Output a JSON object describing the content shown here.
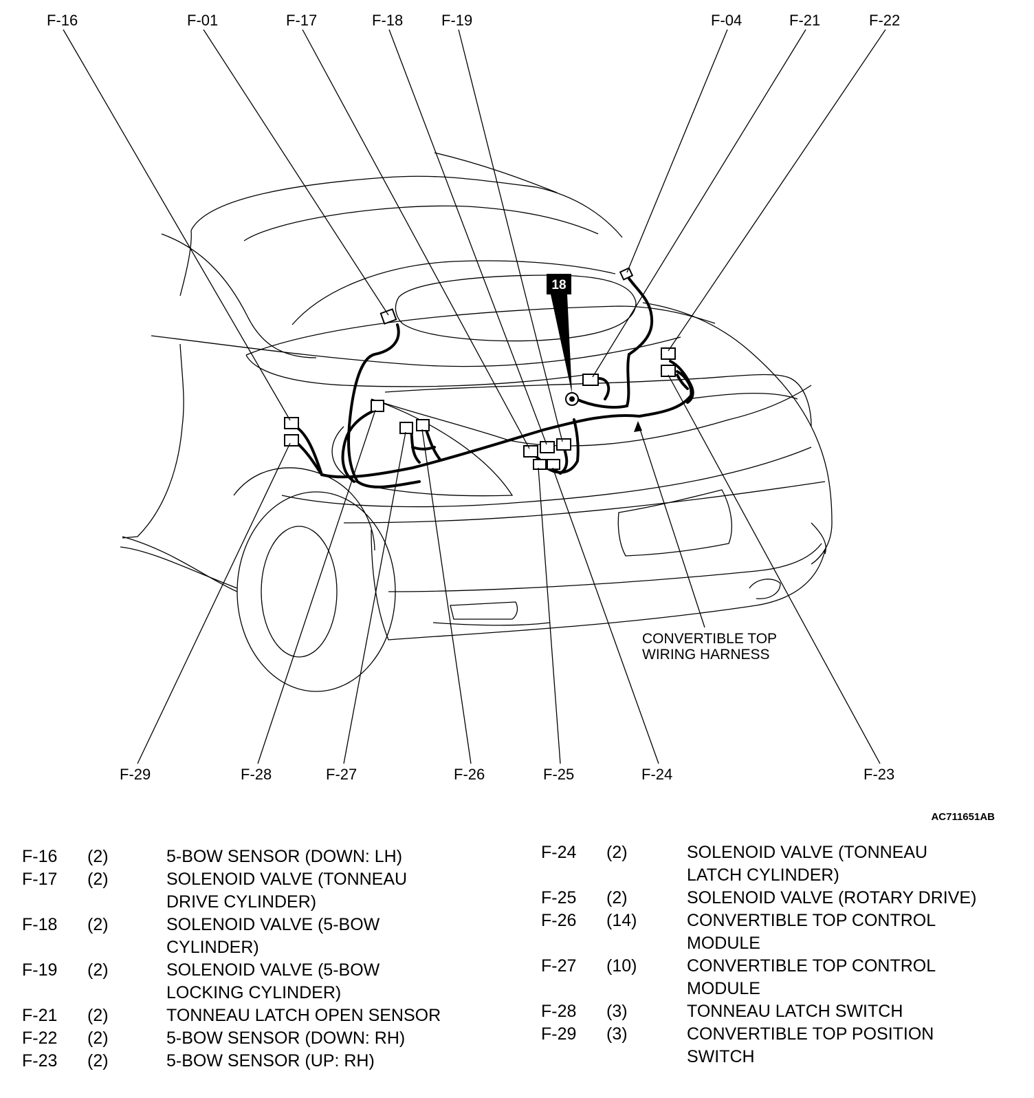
{
  "figure_id": "AC711651AB",
  "callouts": {
    "f16": "F-16",
    "f01": "F-01",
    "f17": "F-17",
    "f18": "F-18",
    "f19": "F-19",
    "f04": "F-04",
    "f21": "F-21",
    "f22": "F-22",
    "f29": "F-29",
    "f28": "F-28",
    "f27": "F-27",
    "f26": "F-26",
    "f25": "F-25",
    "f24": "F-24",
    "f23": "F-23"
  },
  "harness_label": [
    "CONVERTIBLE TOP",
    "WIRING HARNESS"
  ],
  "marker": "18",
  "legend_left": [
    {
      "code": "F-16",
      "pins": "(2)",
      "lines": [
        "5-BOW SENSOR (DOWN: LH)"
      ]
    },
    {
      "code": "F-17",
      "pins": "(2)",
      "lines": [
        "SOLENOID VALVE (TONNEAU",
        "DRIVE CYLINDER)"
      ]
    },
    {
      "code": "F-18",
      "pins": "(2)",
      "lines": [
        "SOLENOID VALVE (5-BOW",
        "CYLINDER)"
      ]
    },
    {
      "code": "F-19",
      "pins": "(2)",
      "lines": [
        "SOLENOID VALVE (5-BOW",
        "LOCKING CYLINDER)"
      ]
    },
    {
      "code": "F-21",
      "pins": "(2)",
      "lines": [
        "TONNEAU LATCH OPEN SENSOR"
      ]
    },
    {
      "code": "F-22",
      "pins": "(2)",
      "lines": [
        "5-BOW SENSOR (DOWN: RH)"
      ]
    },
    {
      "code": "F-23",
      "pins": "(2)",
      "lines": [
        "5-BOW SENSOR (UP: RH)"
      ]
    }
  ],
  "legend_right": [
    {
      "code": "F-24",
      "pins": "(2)",
      "lines": [
        "SOLENOID VALVE (TONNEAU",
        "LATCH CYLINDER)"
      ]
    },
    {
      "code": "F-25",
      "pins": "(2)",
      "lines": [
        "SOLENOID VALVE (ROTARY DRIVE)"
      ]
    },
    {
      "code": "F-26",
      "pins": "(14)",
      "lines": [
        "CONVERTIBLE TOP CONTROL",
        "MODULE"
      ]
    },
    {
      "code": "F-27",
      "pins": "(10)",
      "lines": [
        "CONVERTIBLE TOP CONTROL",
        "MODULE"
      ]
    },
    {
      "code": "F-28",
      "pins": "(3)",
      "lines": [
        "TONNEAU LATCH SWITCH"
      ]
    },
    {
      "code": "F-29",
      "pins": "(3)",
      "lines": [
        "CONVERTIBLE TOP POSITION",
        "SWITCH"
      ]
    }
  ]
}
